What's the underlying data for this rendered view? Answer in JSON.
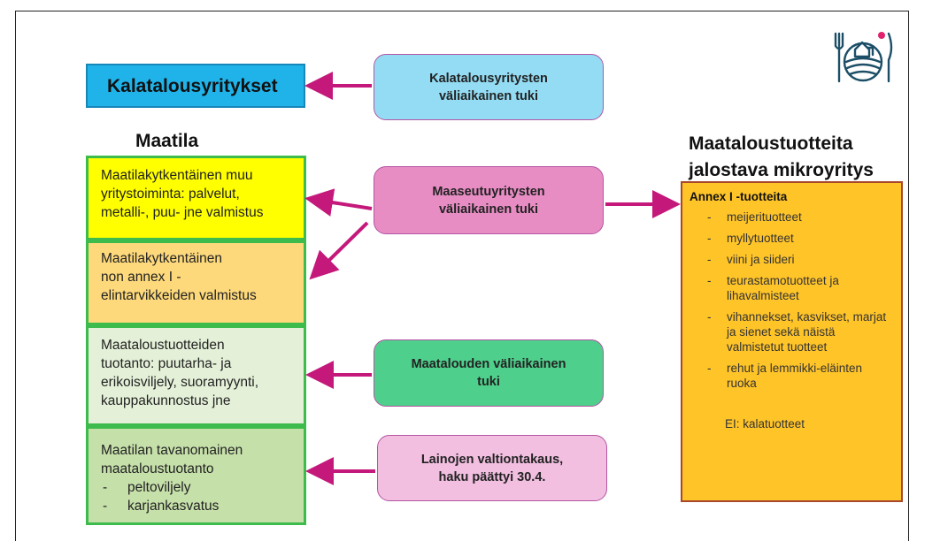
{
  "kalatalous_box": "Kalatalousyritykset",
  "maatila_heading": "Maatila",
  "mikroyritys_heading": [
    "Maataloustuotteita",
    "jalostava mikroyritys"
  ],
  "farm_boxes": {
    "yellow": [
      "Maatilakytkentäinen muu",
      "yritystoiminta: palvelut,",
      "metalli-, puu- jne valmistus"
    ],
    "orange": [
      "Maatilakytkentäinen",
      "non annex I -",
      "elintarvikkeiden valmistus"
    ],
    "lightgreen": [
      "Maataloustuotteiden",
      "tuotanto: puutarha- ja",
      "erikoisviljely, suoramyynti,",
      "kauppakunnostus jne"
    ],
    "green": {
      "lines": [
        "Maatilan tavanomainen",
        "maataloustuotanto"
      ],
      "items": [
        "peltoviljely",
        "karjankasvatus"
      ]
    }
  },
  "support_pills": {
    "kala": [
      "Kalatalousyritysten",
      "väliaikainen tuki"
    ],
    "maaseutu": [
      "Maaseutuyritysten",
      "väliaikainen tuki"
    ],
    "maatalous": [
      "Maatalouden väliaikainen",
      "tuki"
    ],
    "laina": [
      "Lainojen valtiontakaus,",
      "haku päättyi 30.4."
    ]
  },
  "annex": {
    "title": "Annex I -tuotteita",
    "items": [
      "meijerituotteet",
      "myllytuotteet",
      "viini ja siideri",
      "teurastamotuotteet ja lihavalmisteet",
      "vihannekset, kasvikset, marjat ja sienet sekä näistä valmistetut tuotteet",
      "rehut ja lemmikki-eläinten ruoka"
    ],
    "note": "EI: kalatuotteet"
  },
  "colors": {
    "arrow": "#c4187a",
    "kala_box": "#1fb3ea",
    "border_green": "#3dbb4c",
    "annex_fill": "#ffc428"
  },
  "icons": {
    "logo": "rural-village-fork-knife-icon"
  }
}
